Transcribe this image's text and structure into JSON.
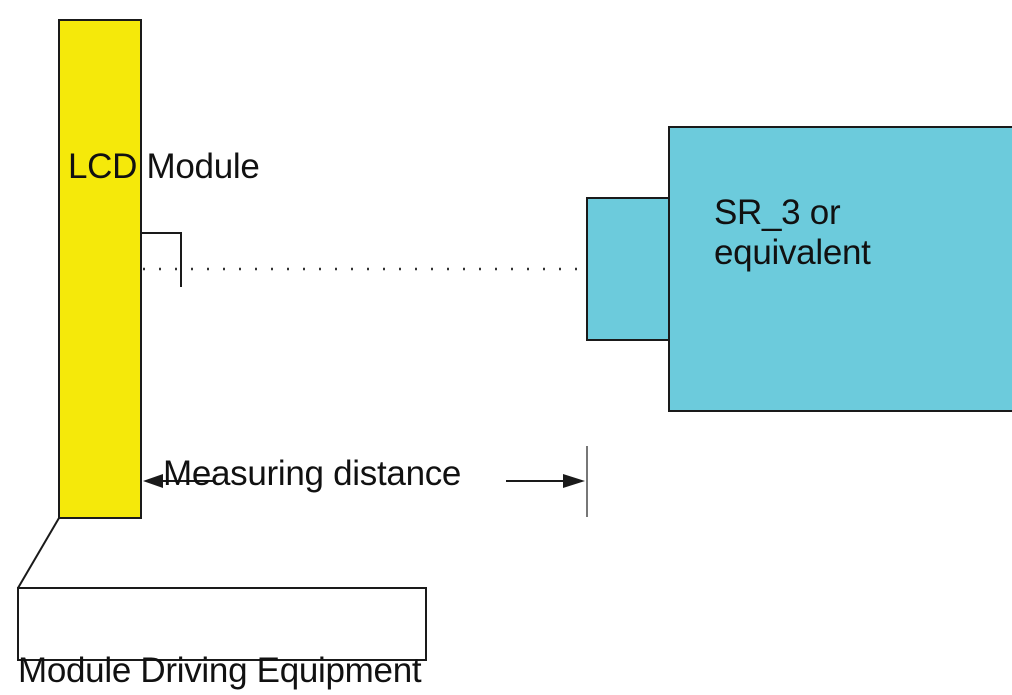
{
  "labels": {
    "lcd_module": "LCD Module",
    "sr_line1": "SR_3 or",
    "sr_line2": "equivalent",
    "measuring_distance": "Measuring distance",
    "driving_equipment": "Module Driving Equipment"
  },
  "colors": {
    "lcd_module_fill": "#f5e90a",
    "sr_device_fill": "#6ccbdc",
    "outline": "#1a1a1a",
    "background": "#ffffff"
  }
}
